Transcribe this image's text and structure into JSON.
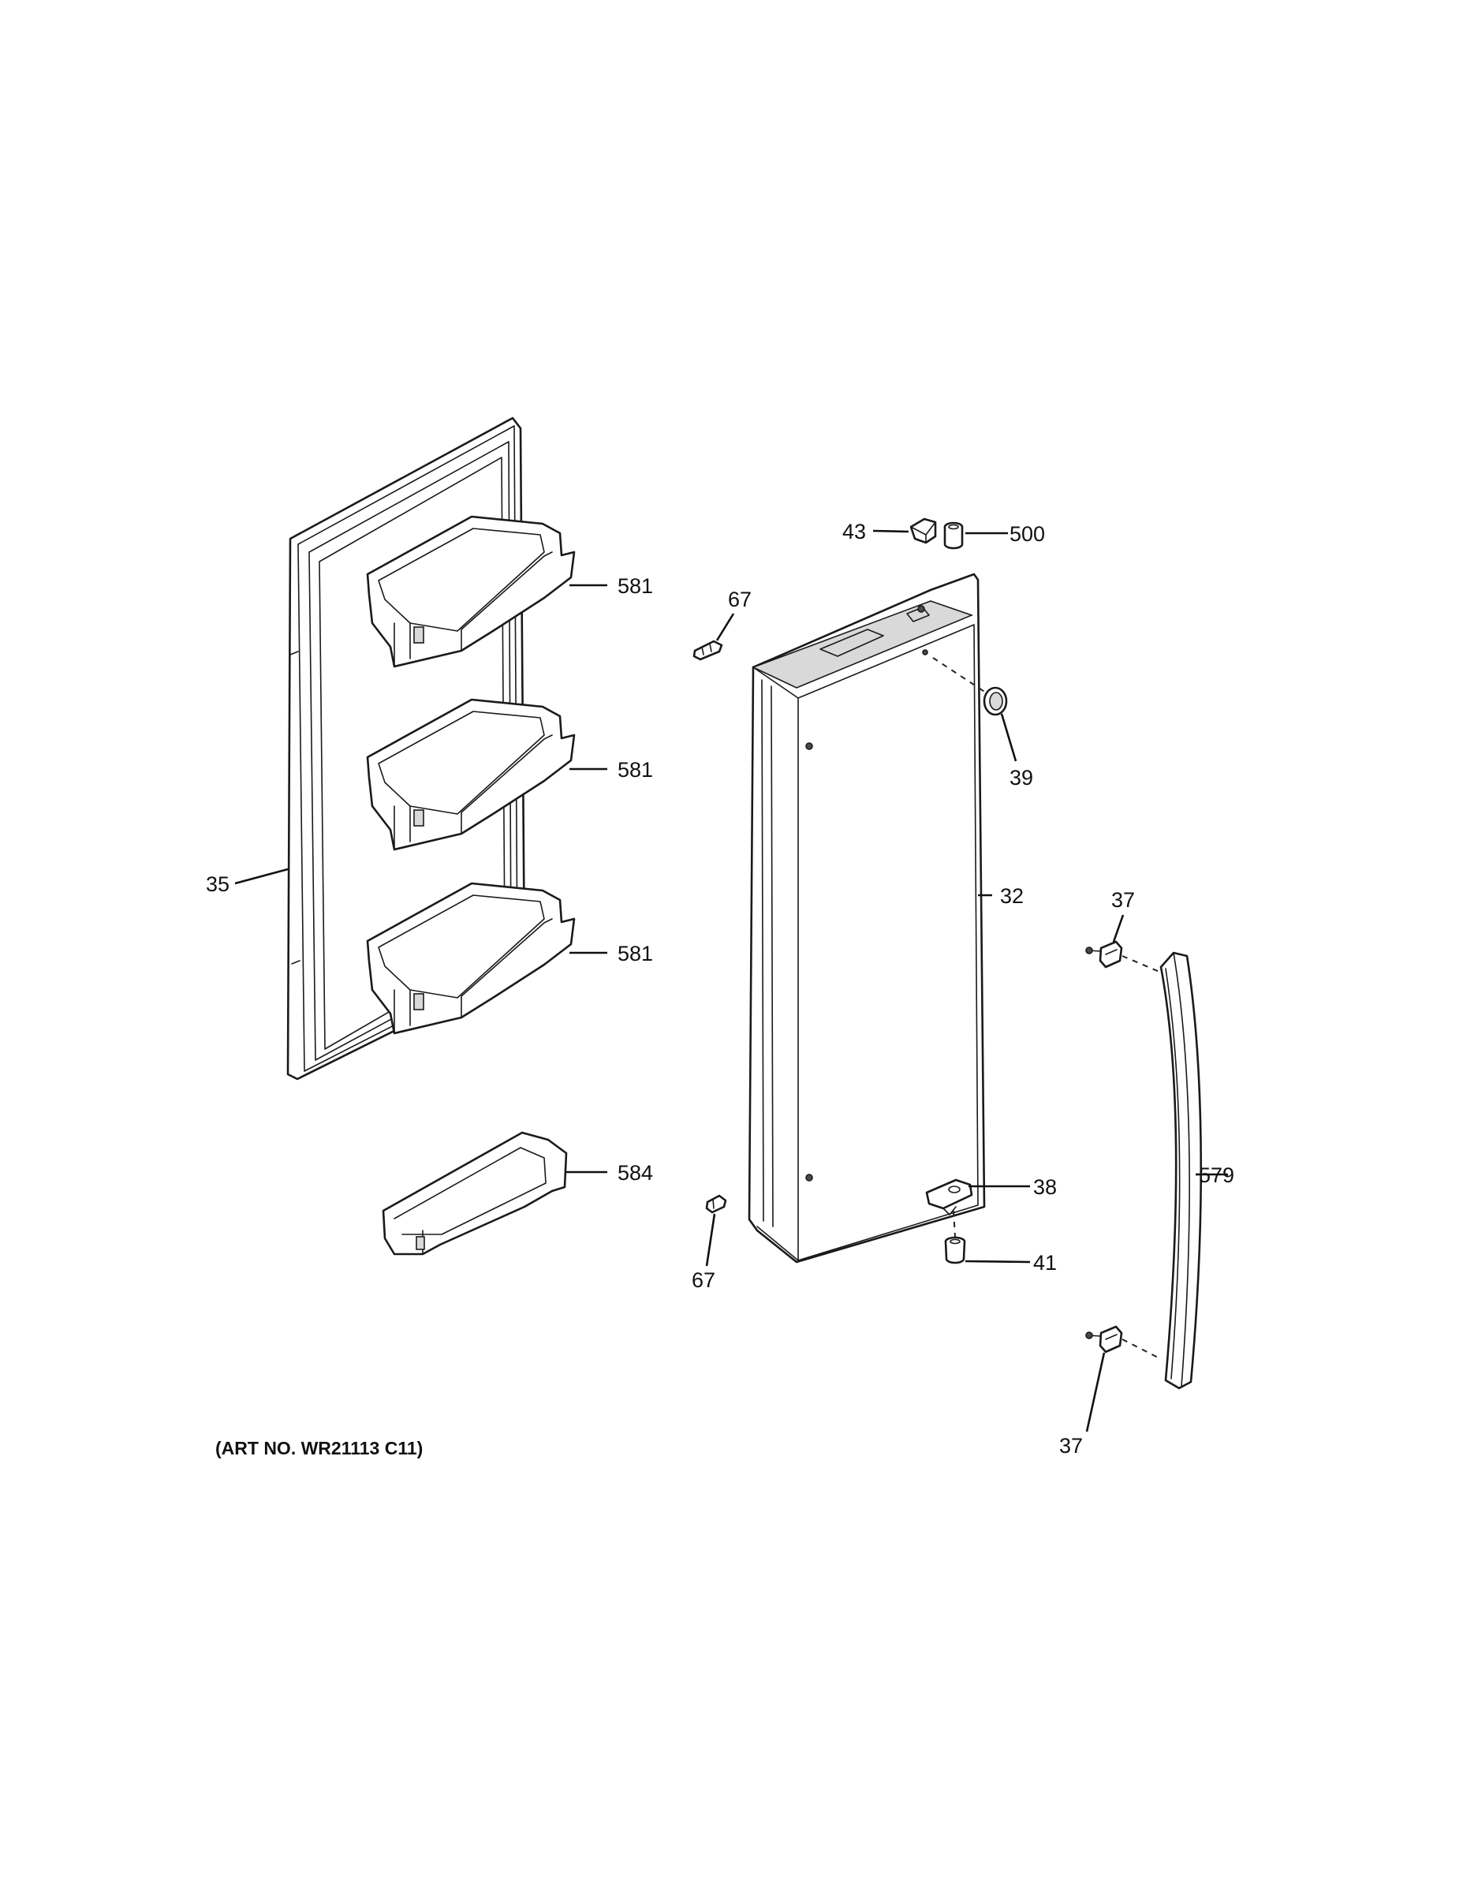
{
  "callouts": {
    "gasket": "35",
    "bin_top": "581",
    "bin_middle": "581",
    "bin_bottom": "581",
    "bin_small": "584",
    "clip_upper": "67",
    "clip_lower": "67",
    "cam": "43",
    "bushing_top": "500",
    "plug": "39",
    "door": "32",
    "bracket_upper": "37",
    "bracket_lower": "37",
    "hinge_bottom": "38",
    "bushing_bottom": "41",
    "handle": "579"
  },
  "art_number": "(ART NO. WR21113 C11)"
}
